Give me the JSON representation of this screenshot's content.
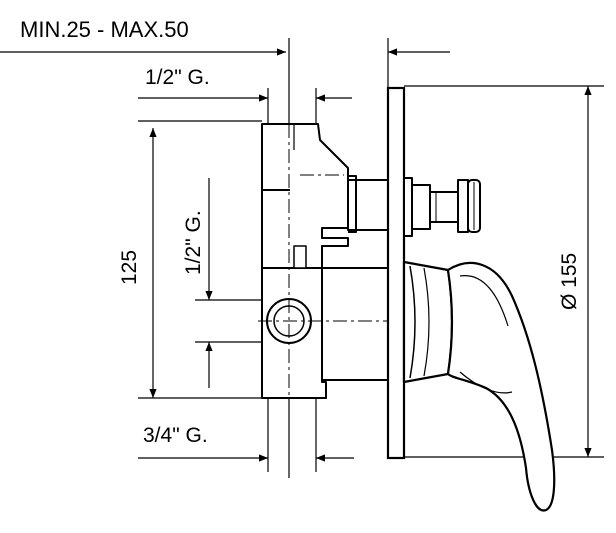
{
  "labels": {
    "wall_range": "MIN.25 - MAX.50",
    "top_thread": "1/2\" G.",
    "side_thread": "1/2\" G.",
    "bottom_thread": "3/4\" G.",
    "height": "125",
    "plate_diameter": "Ø 155"
  },
  "colors": {
    "line": "#000000",
    "background": "#ffffff"
  }
}
